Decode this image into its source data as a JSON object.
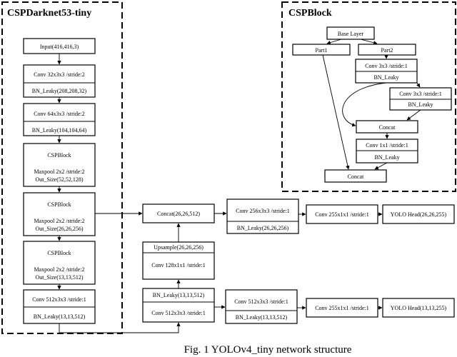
{
  "titles": {
    "darknet": "CSPDarknet53-tiny",
    "cspblock": "CSPBlock"
  },
  "caption": "Fig. 1 YOLOv4_tiny network structure",
  "nodes": {
    "input": "Input(416,416,3)",
    "conv1": "Conv 32x3x3 /stride:2",
    "bn1": "BN_Leaky(208,208,32)",
    "conv2": "Conv 64x3x3 /stride:2",
    "bn2": "BN_Leaky(104,104,64)",
    "csp1_title": "CSPBlock",
    "csp1_mp": "Maxpool 2x2 /stride:2",
    "csp1_out": "Out_Size(52,52,128)",
    "csp2_title": "CSPBlock",
    "csp2_mp": "Maxpool 2x2 /stride:2",
    "csp2_out": "Out_Size(26,26,256)",
    "csp3_title": "CSPBlock",
    "csp3_mp": "Maxpool 2x2 /stride:2",
    "csp3_out": "Out_Size(13,13,512)",
    "conv512": "Conv 512x3x3 /stride:1",
    "bn512": "BN_Leaky(13,13,512)",
    "concat_main": "Concat(26,26,512)",
    "upsample": "Upsample(26,26,256)",
    "conv128": "Conv 128x1x1 /stride:1",
    "lower_bn": "BN_Leaky(13,13,512)",
    "lower_conv": "Conv 512x3x3 /stride:1",
    "head1_conv": "Conv 256x3x3 /stride:1",
    "head1_bn": "BN_Leaky(26,26,256)",
    "head1_conv255": "Conv 255x1x1 /stride:1",
    "head1_yolo": "YOLO Head(26,26,255)",
    "head2_conv": "Conv 512x3x3 /stride:1",
    "head2_bn": "BN_Leaky(13,13,512)",
    "head2_conv255": "Conv 255x1x1 /stride:1",
    "head2_yolo": "YOLO Head(13,13,255)"
  },
  "cspblock": {
    "base": "Base Layer",
    "part1": "Part1",
    "part2": "Part2",
    "conv3a": "Conv 3x3 /stride:1",
    "bn_a": "BN_Leaky",
    "conv3b": "Conv 3x3 /stride:1",
    "bn_b": "BN_Leaky",
    "concat_inner": "Concat",
    "conv1x1": "Conv 1x1 /stride:1",
    "bn_c": "BN_Leaky",
    "concat_out": "Concat"
  }
}
